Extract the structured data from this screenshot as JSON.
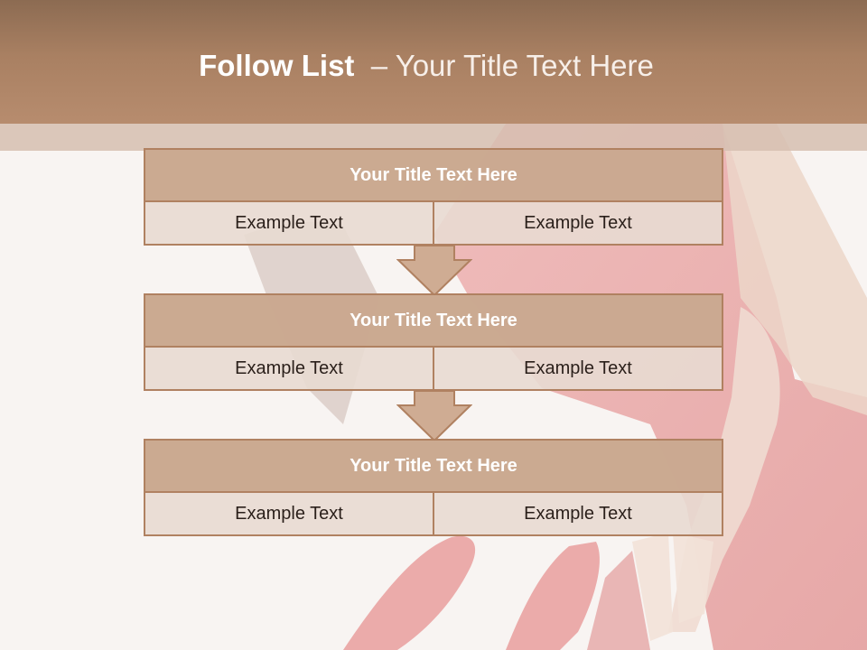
{
  "slide": {
    "title_bold": "Follow List",
    "title_rest": "– Your Title Text Here"
  },
  "blocks": [
    {
      "title": "Your Title Text Here",
      "left": "Example Text",
      "right": "Example Text"
    },
    {
      "title": "Your Title Text Here",
      "left": "Example Text",
      "right": "Example Text"
    },
    {
      "title": "Your Title Text Here",
      "left": "Example Text",
      "right": "Example Text"
    }
  ],
  "colors": {
    "header": "#a98062",
    "box_border": "#b08161",
    "box_header": "#c9a68d",
    "box_body": "#e8dad2",
    "accent_red": "#d9534f"
  },
  "icons": {
    "connector": "down-arrow-icon"
  }
}
